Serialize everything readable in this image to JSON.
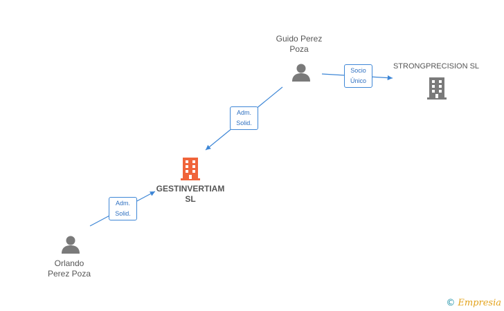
{
  "nodes": {
    "guido": {
      "label_line1": "Guido Perez",
      "label_line2": "Poza",
      "type": "person"
    },
    "strongprecision": {
      "label": "STRONGPRECISION SL",
      "type": "company"
    },
    "gestinvertiam": {
      "label_line1": "GESTINVERTIAM",
      "label_line2": "SL",
      "type": "company",
      "highlight": true
    },
    "orlando": {
      "label_line1": "Orlando",
      "label_line2": "Perez Poza",
      "type": "person"
    }
  },
  "edges": {
    "socio_unico": {
      "line1": "Socio",
      "line2": "Único"
    },
    "adm_guido": {
      "line1": "Adm.",
      "line2": "Solid."
    },
    "adm_orlando": {
      "line1": "Adm.",
      "line2": "Solid."
    }
  },
  "colors": {
    "person_icon": "#7a7a7a",
    "company_icon": "#7a7a7a",
    "highlight_company_icon": "#f0643a",
    "edge": "#3d86d6"
  },
  "brand": {
    "copyright": "©",
    "name": "Empresia"
  }
}
